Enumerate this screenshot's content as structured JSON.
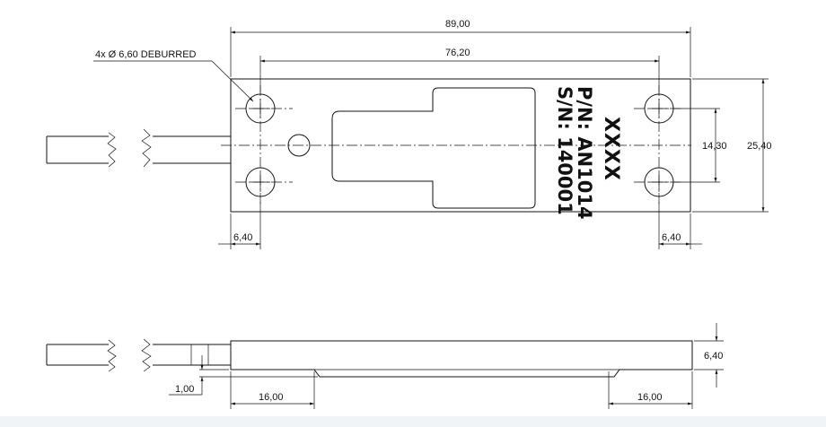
{
  "dimensions": {
    "overall_length": "89,00",
    "hole_spacing": "76,20",
    "hole_callout": "4x Ø 6,60 DEBURRED",
    "hole_row_spacing": "14,30",
    "overall_width": "25,40",
    "edge_left": "6,40",
    "edge_right": "6,40",
    "thickness": "6,40",
    "step": "1,00",
    "relief_left": "16,00",
    "relief_right": "16,00"
  },
  "marking": {
    "logo": "XXXX",
    "part_number": "P/N: AN1014",
    "serial_number": "S/N: 140001"
  }
}
